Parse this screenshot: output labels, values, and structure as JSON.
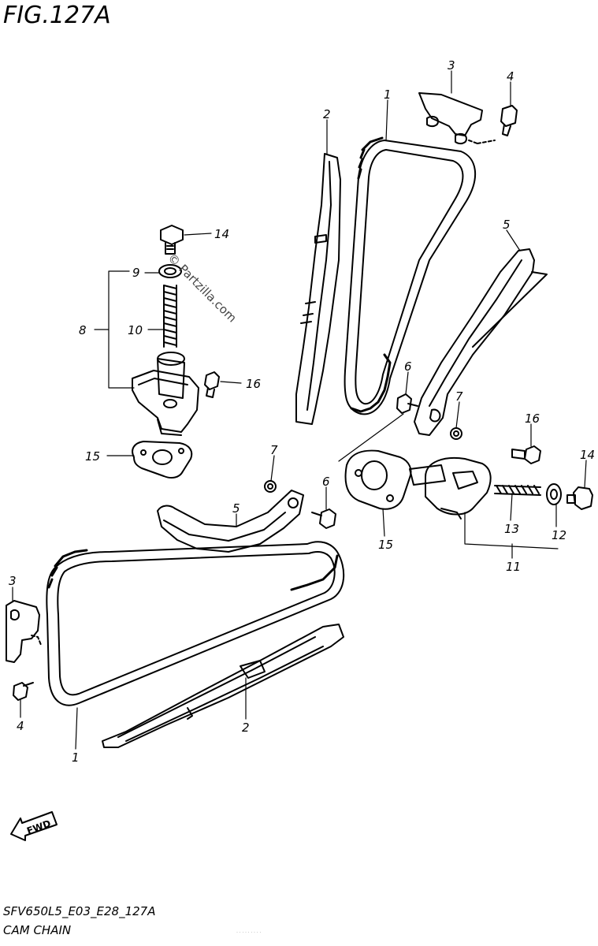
{
  "figure": {
    "title": "FIG.127A"
  },
  "footer": {
    "code": "SFV650L5_E03_E28_127A",
    "caption": "CAM CHAIN",
    "small_print": "· · · · · · · · ·"
  },
  "watermark": "© Partzilla.com",
  "fwd_label": "FWD",
  "callouts": {
    "c1_top": "1",
    "c2_top": "2",
    "c3_top": "3",
    "c4_top": "4",
    "c5_top": "5",
    "c6_top": "6",
    "c7_top": "7",
    "c8": "8",
    "c9": "9",
    "c10": "10",
    "c14_left": "14",
    "c15_left": "15",
    "c16_left": "16",
    "c7_mid": "7",
    "c6_mid": "6",
    "c5_bottom": "5",
    "c15_right": "15",
    "c16_right": "16",
    "c14_right": "14",
    "c13": "13",
    "c12": "12",
    "c11": "11",
    "c3_bottom": "3",
    "c4_bottom": "4",
    "c1_bottom": "1",
    "c2_bottom": "2"
  }
}
